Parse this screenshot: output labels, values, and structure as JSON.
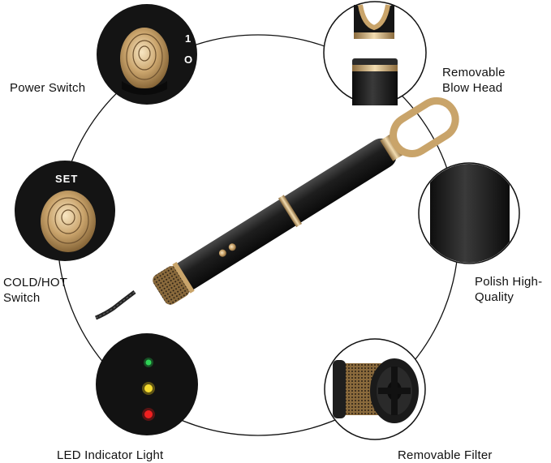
{
  "labels": {
    "power_switch": "Power Switch",
    "blow_head_line1": "Removable",
    "blow_head_line2": "Blow Head",
    "cold_hot_line1": "COLD/HOT",
    "cold_hot_line2": "Switch",
    "polish_line1": "Polish High-",
    "polish_line2": "Quality",
    "led": "LED Indicator Light",
    "filter": "Removable Filter"
  },
  "detail_text": {
    "set": "SET",
    "switch_on": "1",
    "switch_off": "O"
  },
  "colors": {
    "body": "#1c1c1c",
    "gold": "#c9a46a",
    "led_green": "#22c24a",
    "led_yellow": "#f2d21a",
    "led_red": "#e01818"
  },
  "icons": [
    "power-switch-detail",
    "blow-head-detail",
    "set-button-detail",
    "polish-surface-detail",
    "led-indicator-detail",
    "filter-detail",
    "hair-dryer-product"
  ]
}
